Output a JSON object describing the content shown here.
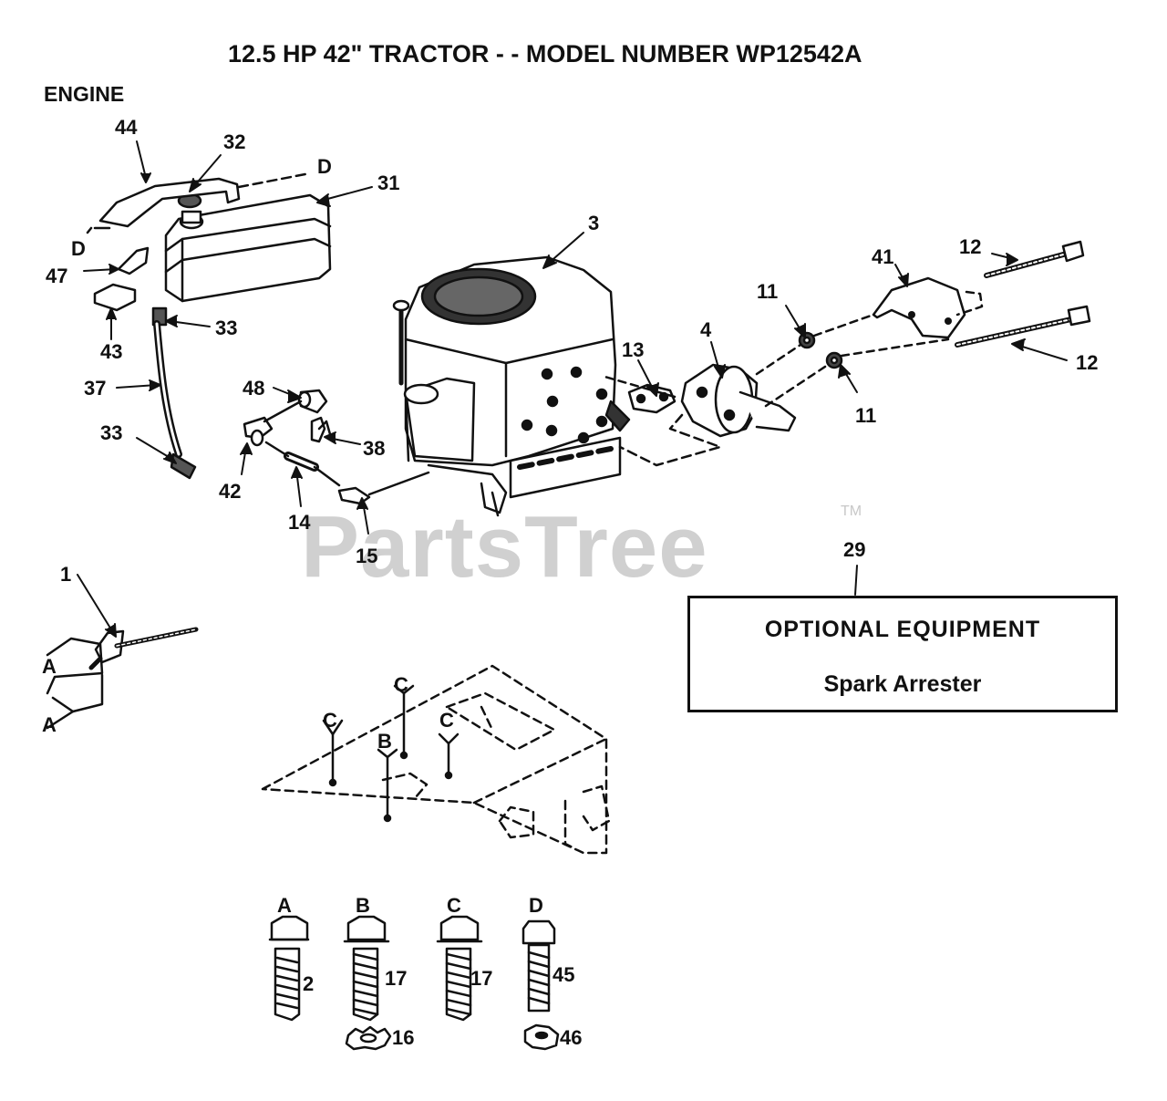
{
  "title": "12.5 HP 42\" TRACTOR - - MODEL NUMBER WP12542A",
  "section": "ENGINE",
  "watermark": "PartsTree",
  "trademark": "TM",
  "optional_box": {
    "heading": "OPTIONAL EQUIPMENT",
    "item": "Spark Arrester"
  },
  "callouts": {
    "p44": "44",
    "p32": "32",
    "pD1": "D",
    "p31": "31",
    "pD2": "D",
    "p47": "47",
    "p43": "43",
    "p33a": "33",
    "p37": "37",
    "p33b": "33",
    "p3": "3",
    "p12a": "12",
    "p41": "41",
    "p11a": "11",
    "p4": "4",
    "p13": "13",
    "p12b": "12",
    "p11b": "11",
    "p48": "48",
    "p38": "38",
    "p42": "42",
    "p14": "14",
    "p15": "15",
    "p29": "29",
    "p1": "1",
    "pA1": "A",
    "pA2": "A",
    "pC1": "C",
    "pC2": "C",
    "pC3": "C",
    "pB1": "B"
  },
  "hardware": {
    "A": {
      "letter": "A",
      "part": "2"
    },
    "B": {
      "letter": "B",
      "part": "17",
      "washer": "16"
    },
    "C": {
      "letter": "C",
      "part": "17"
    },
    "D": {
      "letter": "D",
      "part": "45",
      "nut": "46"
    }
  }
}
